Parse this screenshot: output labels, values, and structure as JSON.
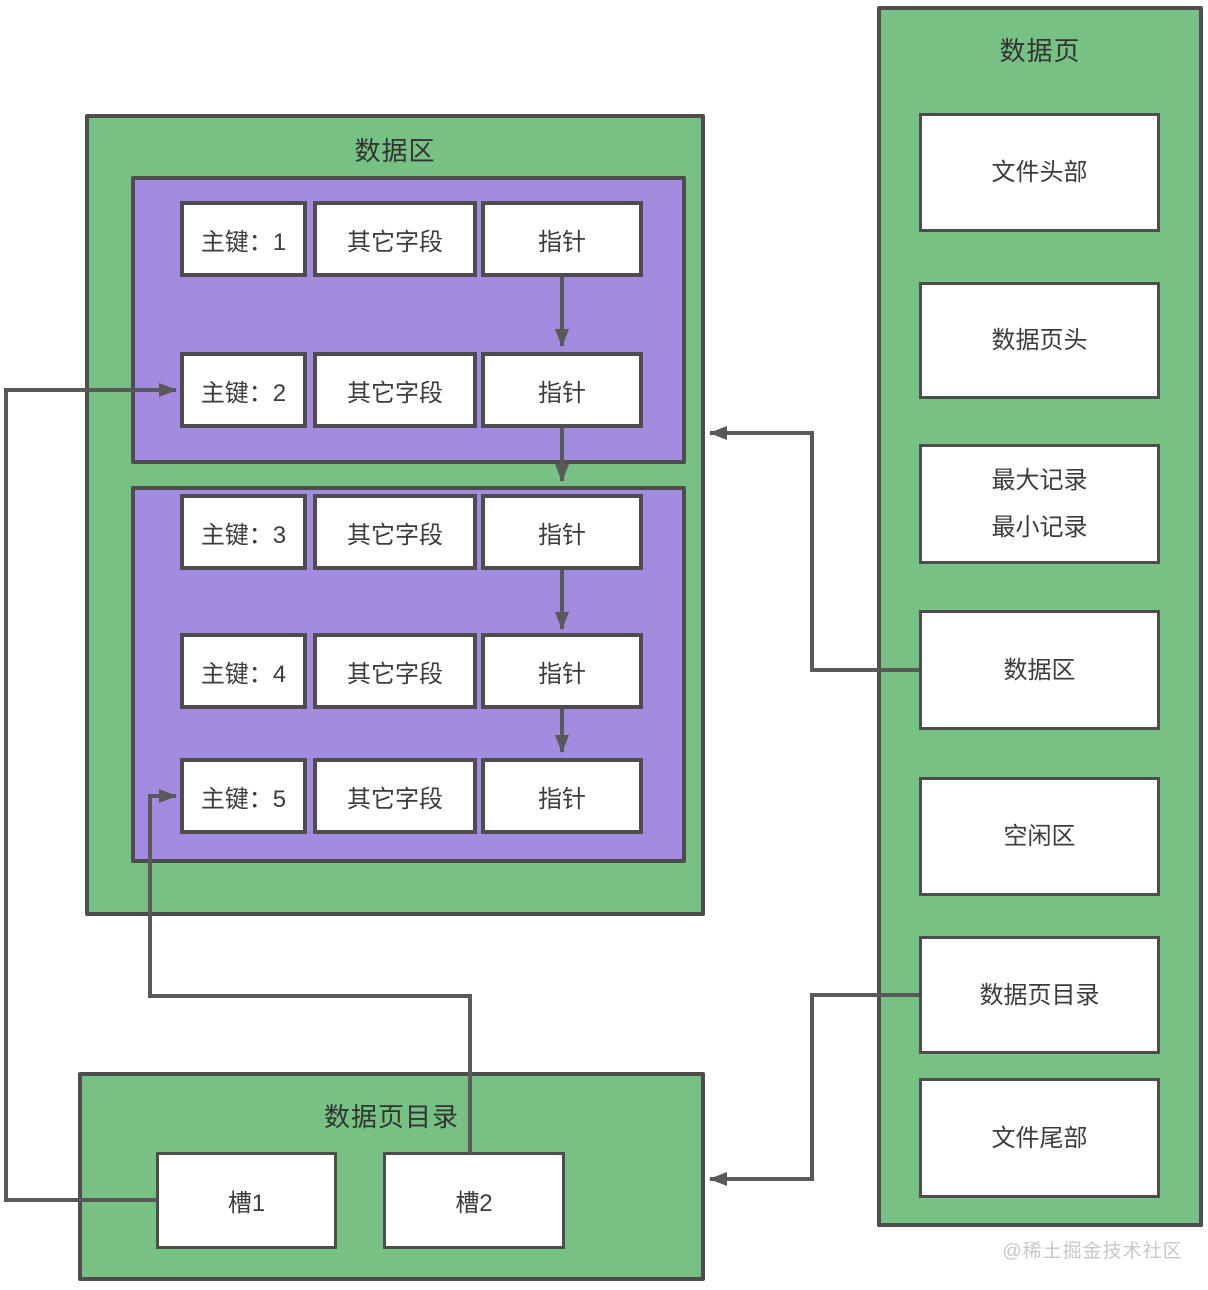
{
  "colors": {
    "green": "#76C183",
    "purple": "#A38BE0",
    "border": "#4D4D4D",
    "line": "#595959",
    "text": "#3C3C3C",
    "watermark": "#C8C8C8"
  },
  "data_area": {
    "title": "数据区",
    "record_groups": [
      {
        "records": [
          {
            "key": "主键：1",
            "fields": "其它字段",
            "pointer": "指针"
          },
          {
            "key": "主键：2",
            "fields": "其它字段",
            "pointer": "指针"
          }
        ]
      },
      {
        "records": [
          {
            "key": "主键：3",
            "fields": "其它字段",
            "pointer": "指针"
          },
          {
            "key": "主键：4",
            "fields": "其它字段",
            "pointer": "指针"
          },
          {
            "key": "主键：5",
            "fields": "其它字段",
            "pointer": "指针"
          }
        ]
      }
    ]
  },
  "page": {
    "title": "数据页",
    "sections": [
      {
        "lines": [
          "文件头部"
        ]
      },
      {
        "lines": [
          "数据页头"
        ]
      },
      {
        "lines": [
          "最大记录",
          "最小记录"
        ]
      },
      {
        "lines": [
          "数据区"
        ]
      },
      {
        "lines": [
          "空闲区"
        ]
      },
      {
        "lines": [
          "数据页目录"
        ]
      },
      {
        "lines": [
          "文件尾部"
        ]
      }
    ]
  },
  "directory": {
    "title": "数据页目录",
    "slots": [
      "槽1",
      "槽2"
    ]
  },
  "watermark": "@稀土掘金技术社区"
}
